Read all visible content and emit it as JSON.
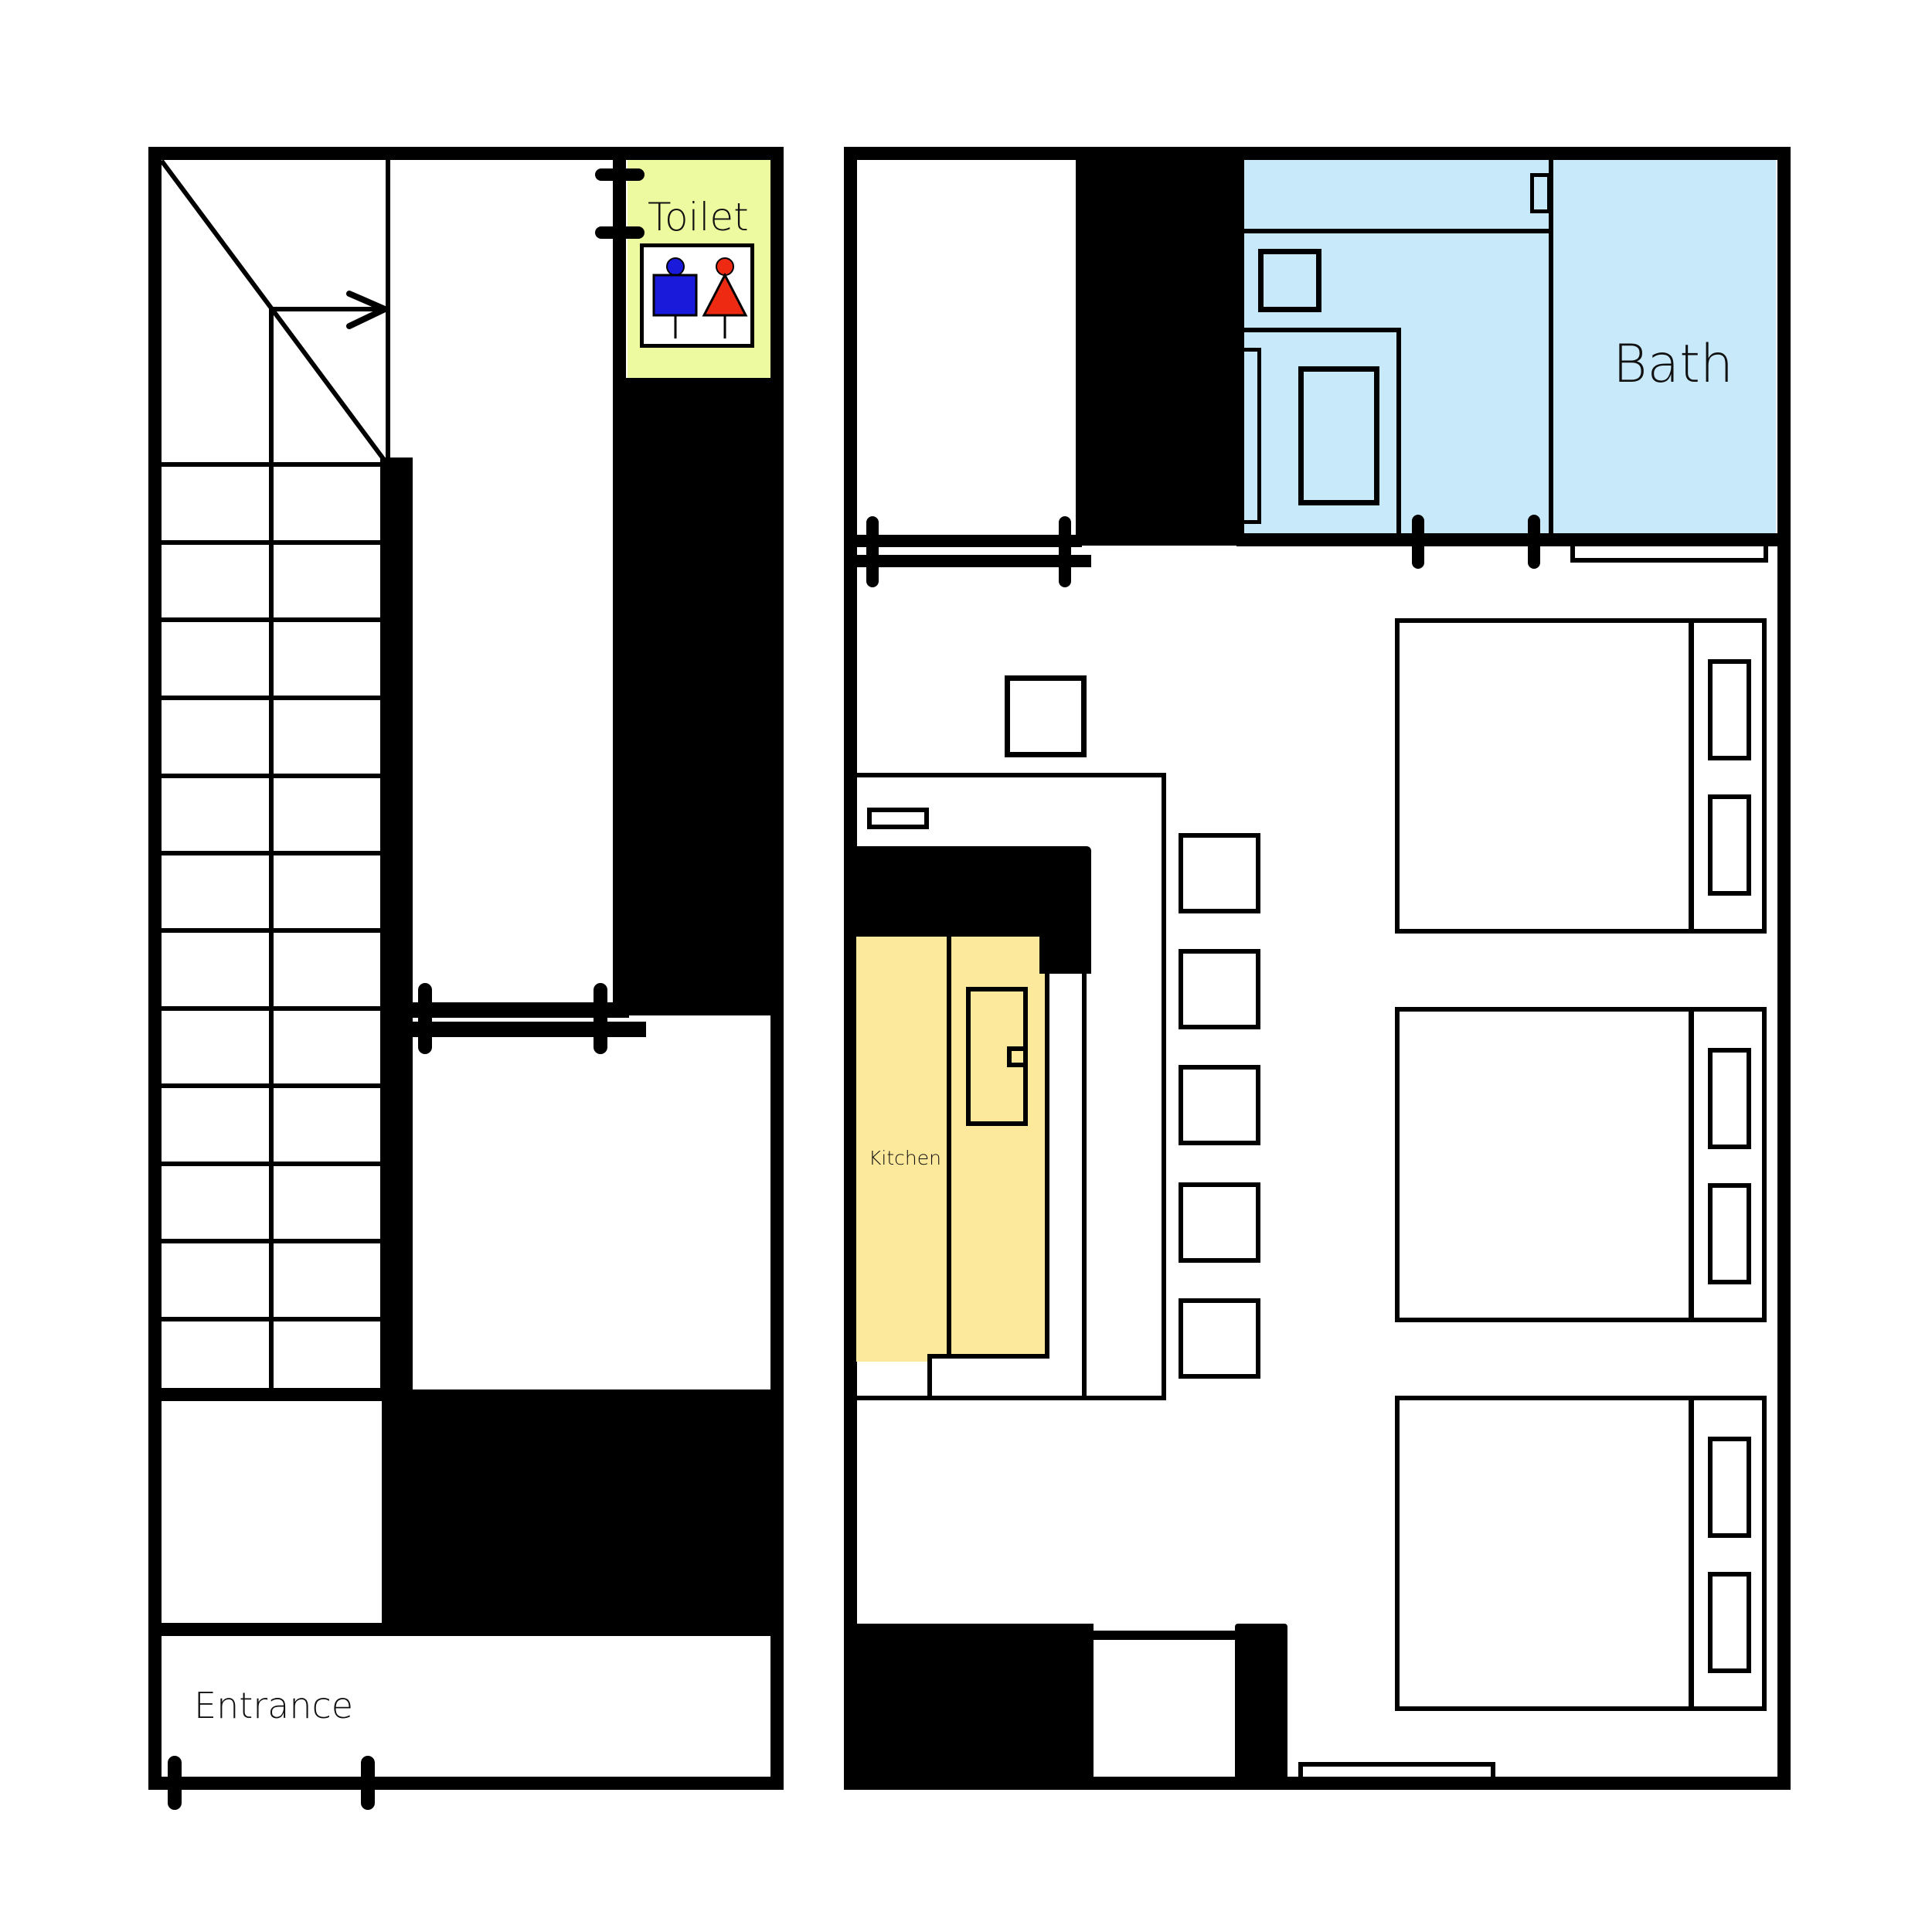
{
  "plan": {
    "title": "",
    "rooms": {
      "toilet": {
        "label": "Toilet",
        "color": "#eefaa0"
      },
      "bath": {
        "label": "Bath",
        "color": "#c8e9fa"
      },
      "kitchen": {
        "label": "Kitchen",
        "color": "#fde99b"
      },
      "entrance": {
        "label": "Entrance"
      }
    },
    "icons": {
      "male": {
        "color": "#1a1adb"
      },
      "female": {
        "color": "#ee2a12"
      }
    },
    "furniture": {
      "beds": 3,
      "bar_stools": 5,
      "stair_steps": 12
    }
  }
}
